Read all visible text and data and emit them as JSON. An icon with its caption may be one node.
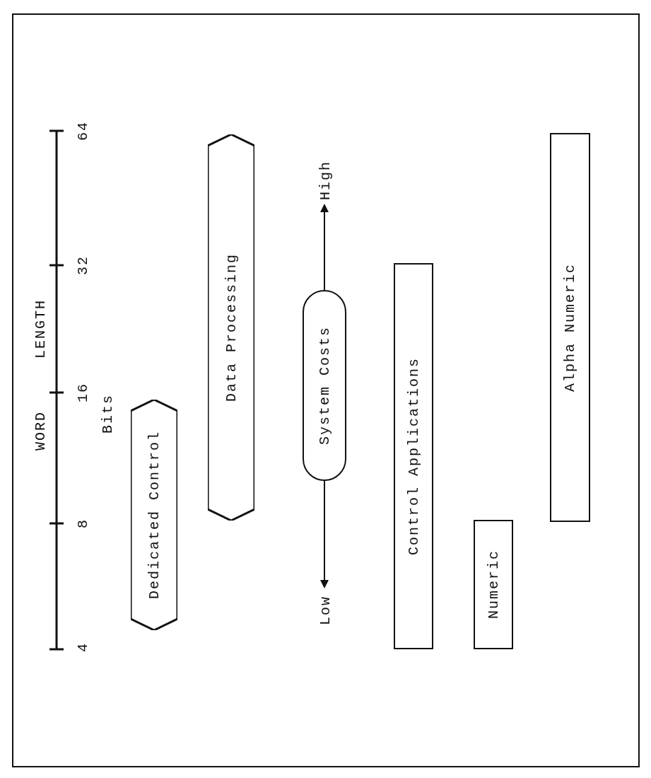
{
  "diagram": {
    "nodes": [
      {
        "text": [
          "Dedicated Control"
        ]
      },
      {
        "text": [
          "Data Processing"
        ]
      },
      {
        "text": [
          "System Costs"
        ]
      },
      {
        "text": [
          "Low"
        ]
      },
      {
        "text": [
          "High"
        ]
      },
      {
        "text": [
          "Control Applications"
        ]
      },
      {
        "text": [
          "Numeric"
        ]
      },
      {
        "text": [
          "Alpha Numeric"
        ]
      }
    ],
    "edges": [
      {
        "from": 2,
        "to": 3,
        "arrow": "to"
      },
      {
        "from": 2,
        "to": 4,
        "arrow": "to"
      }
    ],
    "labels": [
      "WORD LENGTH",
      "4",
      "8",
      "16",
      "32",
      "64",
      "Bits"
    ]
  }
}
